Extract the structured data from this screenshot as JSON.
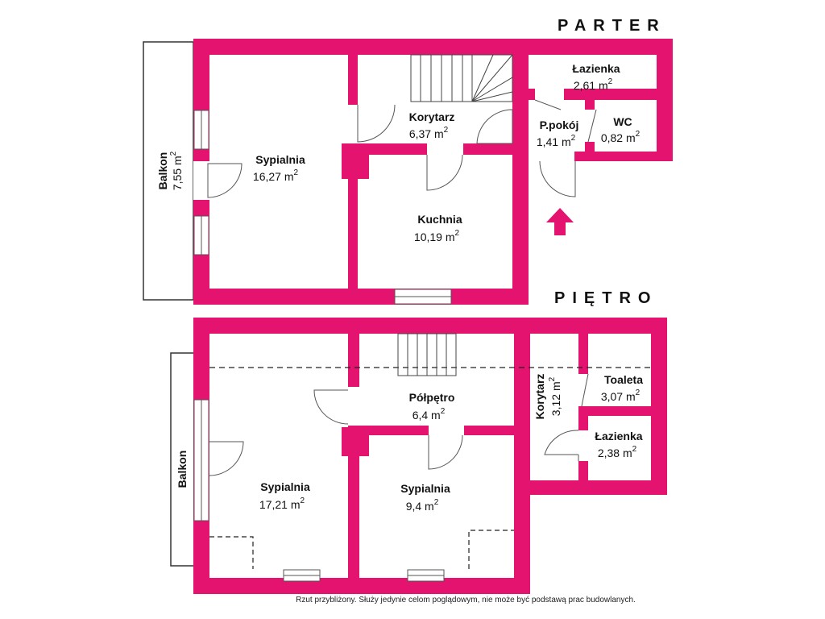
{
  "colors": {
    "wall": "#e4136f",
    "line": "#555555",
    "background": "#ffffff"
  },
  "parter": {
    "heading": "PARTER",
    "rooms": [
      {
        "id": "sypialnia",
        "name": "Sypialnia",
        "area": "16,27 m",
        "sup": "2"
      },
      {
        "id": "korytarz",
        "name": "Korytarz",
        "area": "6,37 m",
        "sup": "2"
      },
      {
        "id": "kuchnia",
        "name": "Kuchnia",
        "area": "10,19 m",
        "sup": "2"
      },
      {
        "id": "lazienka",
        "name": "Łazienka",
        "area": "2,61 m",
        "sup": "2"
      },
      {
        "id": "ppokoj",
        "name": "P.pokój",
        "area": "1,41 m",
        "sup": "2"
      },
      {
        "id": "wc",
        "name": "WC",
        "area": "0,82 m",
        "sup": "2"
      },
      {
        "id": "balkon",
        "name": "Balkon",
        "area": "7,55 m",
        "sup": "2"
      }
    ],
    "entrance_icon": "arrow-up-icon"
  },
  "pietro": {
    "heading": "PIĘTRO",
    "rooms": [
      {
        "id": "sypialnia1",
        "name": "Sypialnia",
        "area": "17,21 m",
        "sup": "2"
      },
      {
        "id": "polpietro",
        "name": "Półpętro",
        "area": "6,4 m",
        "sup": "2"
      },
      {
        "id": "sypialnia2",
        "name": "Sypialnia",
        "area": "9,4 m",
        "sup": "2"
      },
      {
        "id": "korytarz",
        "name": "Korytarz",
        "area": "3,12 m",
        "sup": "2"
      },
      {
        "id": "toaleta",
        "name": "Toaleta",
        "area": "3,07 m",
        "sup": "2"
      },
      {
        "id": "lazienka",
        "name": "Łazienka",
        "area": "2,38 m",
        "sup": "2"
      },
      {
        "id": "balkon",
        "name": "Balkon"
      }
    ]
  },
  "disclaimer": "Rzut przybliżony. Służy jedynie celom poglądowym, nie może być podstawą prac budowlanych."
}
